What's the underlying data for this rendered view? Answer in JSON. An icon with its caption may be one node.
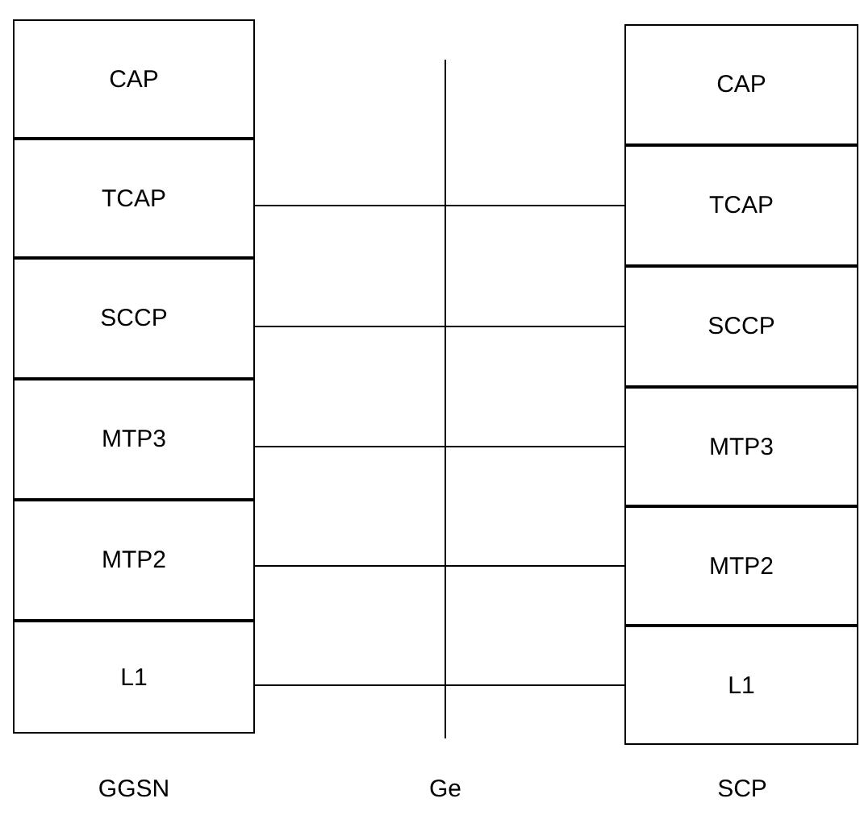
{
  "diagram": {
    "nodes": [
      {
        "text": [
          "CAP"
        ]
      },
      {
        "text": [
          "TCAP"
        ]
      },
      {
        "text": [
          "SCCP"
        ]
      },
      {
        "text": [
          "MTP3"
        ]
      },
      {
        "text": [
          "MTP2"
        ]
      },
      {
        "text": [
          "L1"
        ]
      },
      {
        "text": [
          "CAP"
        ]
      },
      {
        "text": [
          "TCAP"
        ]
      },
      {
        "text": [
          "SCCP"
        ]
      },
      {
        "text": [
          "MTP3"
        ]
      },
      {
        "text": [
          "MTP2"
        ]
      },
      {
        "text": [
          "L1"
        ]
      }
    ],
    "edges": [
      {
        "from": 1,
        "to": 7,
        "arrow": "none"
      },
      {
        "from": 2,
        "to": 8,
        "arrow": "none"
      },
      {
        "from": 3,
        "to": 9,
        "arrow": "none"
      },
      {
        "from": 4,
        "to": 10,
        "arrow": "none"
      },
      {
        "from": 5,
        "to": 11,
        "arrow": "none"
      }
    ],
    "labels": [
      "GGSN",
      "Ge",
      "SCP"
    ]
  }
}
